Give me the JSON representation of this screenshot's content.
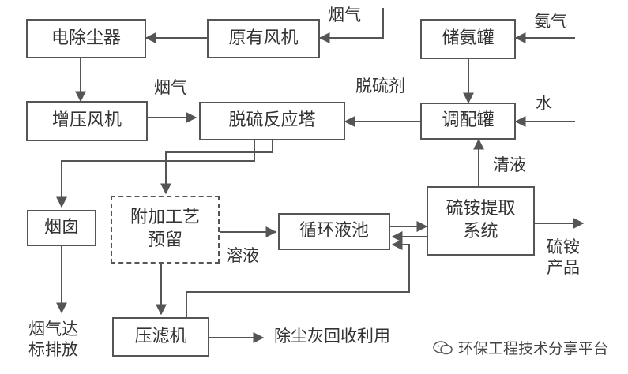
{
  "boxes": {
    "precipitator": "电除尘器",
    "existing_fan": "原有风机",
    "ammonia_tank": "储氨罐",
    "booster_fan": "增压风机",
    "absorber": "脱硫反应塔",
    "mixing_tank": "调配罐",
    "chimney": "烟囱",
    "reserved_process": "附加工艺\n预留",
    "circulation_pool": "循环液池",
    "sulfate_extraction": "硫铵提取\n系统",
    "filter_press": "压滤机"
  },
  "labels": {
    "flue_gas_in": "烟气",
    "flue_gas_mid": "烟气",
    "ammonia_gas": "氨气",
    "desulfurizer": "脱硫剂",
    "water": "水",
    "clear_liquid": "清液",
    "solution": "溶液",
    "product": "硫铵\n产品",
    "discharge": "烟气达\n标排放",
    "dust_recycle": "除尘灰回收利用"
  },
  "watermark": {
    "text": "环保工程技术分享平台",
    "icon": "wechat-icon"
  },
  "colors": {
    "line": "#555555",
    "text": "#333333"
  }
}
